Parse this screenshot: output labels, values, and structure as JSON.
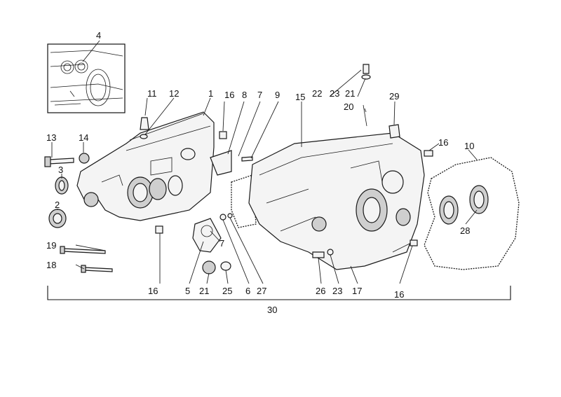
{
  "callouts": {
    "c1": "1",
    "c2": "2",
    "c3": "3",
    "c4": "4",
    "c5": "5",
    "c6": "6",
    "c7a": "7",
    "c7b": "7",
    "c8": "8",
    "c9": "9",
    "c10": "10",
    "c11": "11",
    "c12": "12",
    "c13": "13",
    "c14": "14",
    "c15": "15",
    "c16a": "16",
    "c16b": "16",
    "c16c": "16",
    "c16d": "16",
    "c17": "17",
    "c18": "18",
    "c19": "19",
    "c20": "20",
    "c21a": "21",
    "c21b": "21",
    "c22": "22",
    "c23a": "23",
    "c23b": "23",
    "c25": "25",
    "c26": "26",
    "c27": "27",
    "c28": "28",
    "c29": "29",
    "c30": "30"
  }
}
